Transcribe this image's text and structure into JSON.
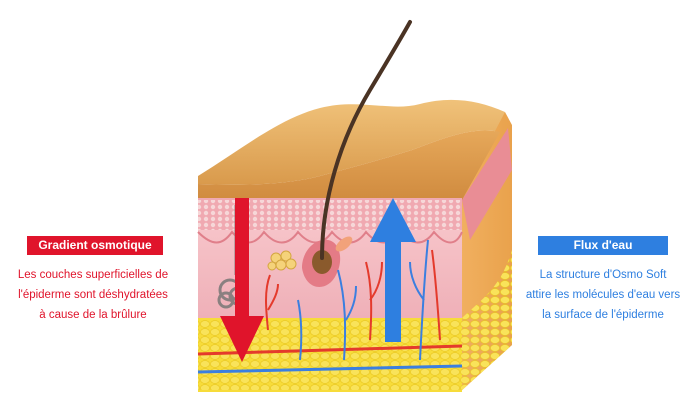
{
  "left_panel": {
    "title": "Gradient osmotique",
    "lines": [
      "Les couches superficielles de",
      "l'épiderme sont déshydratées",
      "à cause de la brûlure"
    ]
  },
  "right_panel": {
    "title": "Flux d'eau",
    "lines": [
      "La structure d'Osmo Soft",
      "attire les molécules d'eau vers",
      "la surface de l'épiderme"
    ]
  },
  "colors": {
    "red_accent": "#e0142b",
    "blue_accent": "#2e7fe0",
    "epidermis": "#e8b465",
    "dermis_pink": "#f3b8bf",
    "fat_yellow": "#f7dc3a"
  },
  "icons": {
    "down_arrow": "red-down-arrow-icon",
    "up_arrow": "blue-up-arrow-icon"
  }
}
